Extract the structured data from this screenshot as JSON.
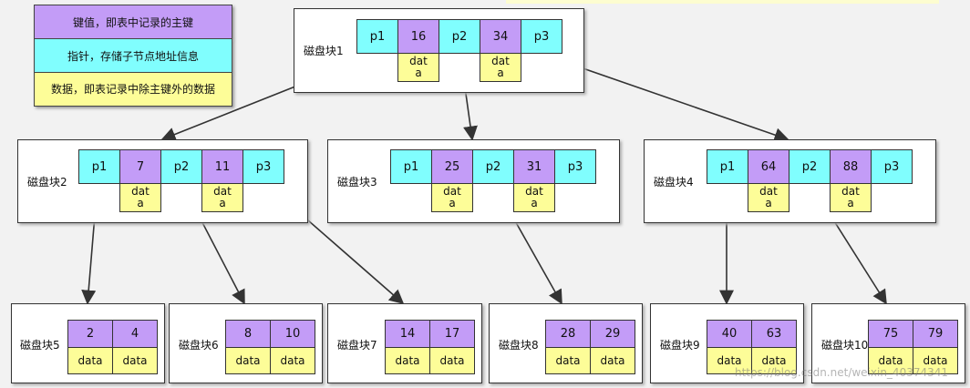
{
  "legend": {
    "key": "键值，即表中记录的主键",
    "pointer": "指针，存储子节点地址信息",
    "data": "数据，即表记录中除主键外的数据"
  },
  "block1": {
    "label": "磁盘块1",
    "p1": "p1",
    "k1": "16",
    "p2": "p2",
    "k2": "34",
    "p3": "p3",
    "d1": "data",
    "d2": "data"
  },
  "block2": {
    "label": "磁盘块2",
    "p1": "p1",
    "k1": "7",
    "p2": "p2",
    "k2": "11",
    "p3": "p3",
    "d1": "data",
    "d2": "data"
  },
  "block3": {
    "label": "磁盘块3",
    "p1": "p1",
    "k1": "25",
    "p2": "p2",
    "k2": "31",
    "p3": "p3",
    "d1": "data",
    "d2": "data"
  },
  "block4": {
    "label": "磁盘块4",
    "p1": "p1",
    "k1": "64",
    "p2": "p2",
    "k2": "88",
    "p3": "p3",
    "d1": "data",
    "d2": "data"
  },
  "block5": {
    "label": "磁盘块5",
    "k1": "2",
    "k2": "4",
    "d1": "data",
    "d2": "data"
  },
  "block6": {
    "label": "磁盘块6",
    "k1": "8",
    "k2": "10",
    "d1": "data",
    "d2": "data"
  },
  "block7": {
    "label": "磁盘块7",
    "k1": "14",
    "k2": "17",
    "d1": "data",
    "d2": "data"
  },
  "block8": {
    "label": "磁盘块8",
    "k1": "28",
    "k2": "29",
    "d1": "data",
    "d2": "data"
  },
  "block9": {
    "label": "磁盘块9",
    "k1": "40",
    "k2": "63",
    "d1": "data",
    "d2": "data"
  },
  "block10": {
    "label": "磁盘块10",
    "k1": "75",
    "k2": "79",
    "d1": "data",
    "d2": "data"
  },
  "watermark": "https://blog.csdn.net/weixin_40374341",
  "colors": {
    "key": "#c39cf7",
    "pointer": "#80fefe",
    "data": "#fdfd98"
  }
}
